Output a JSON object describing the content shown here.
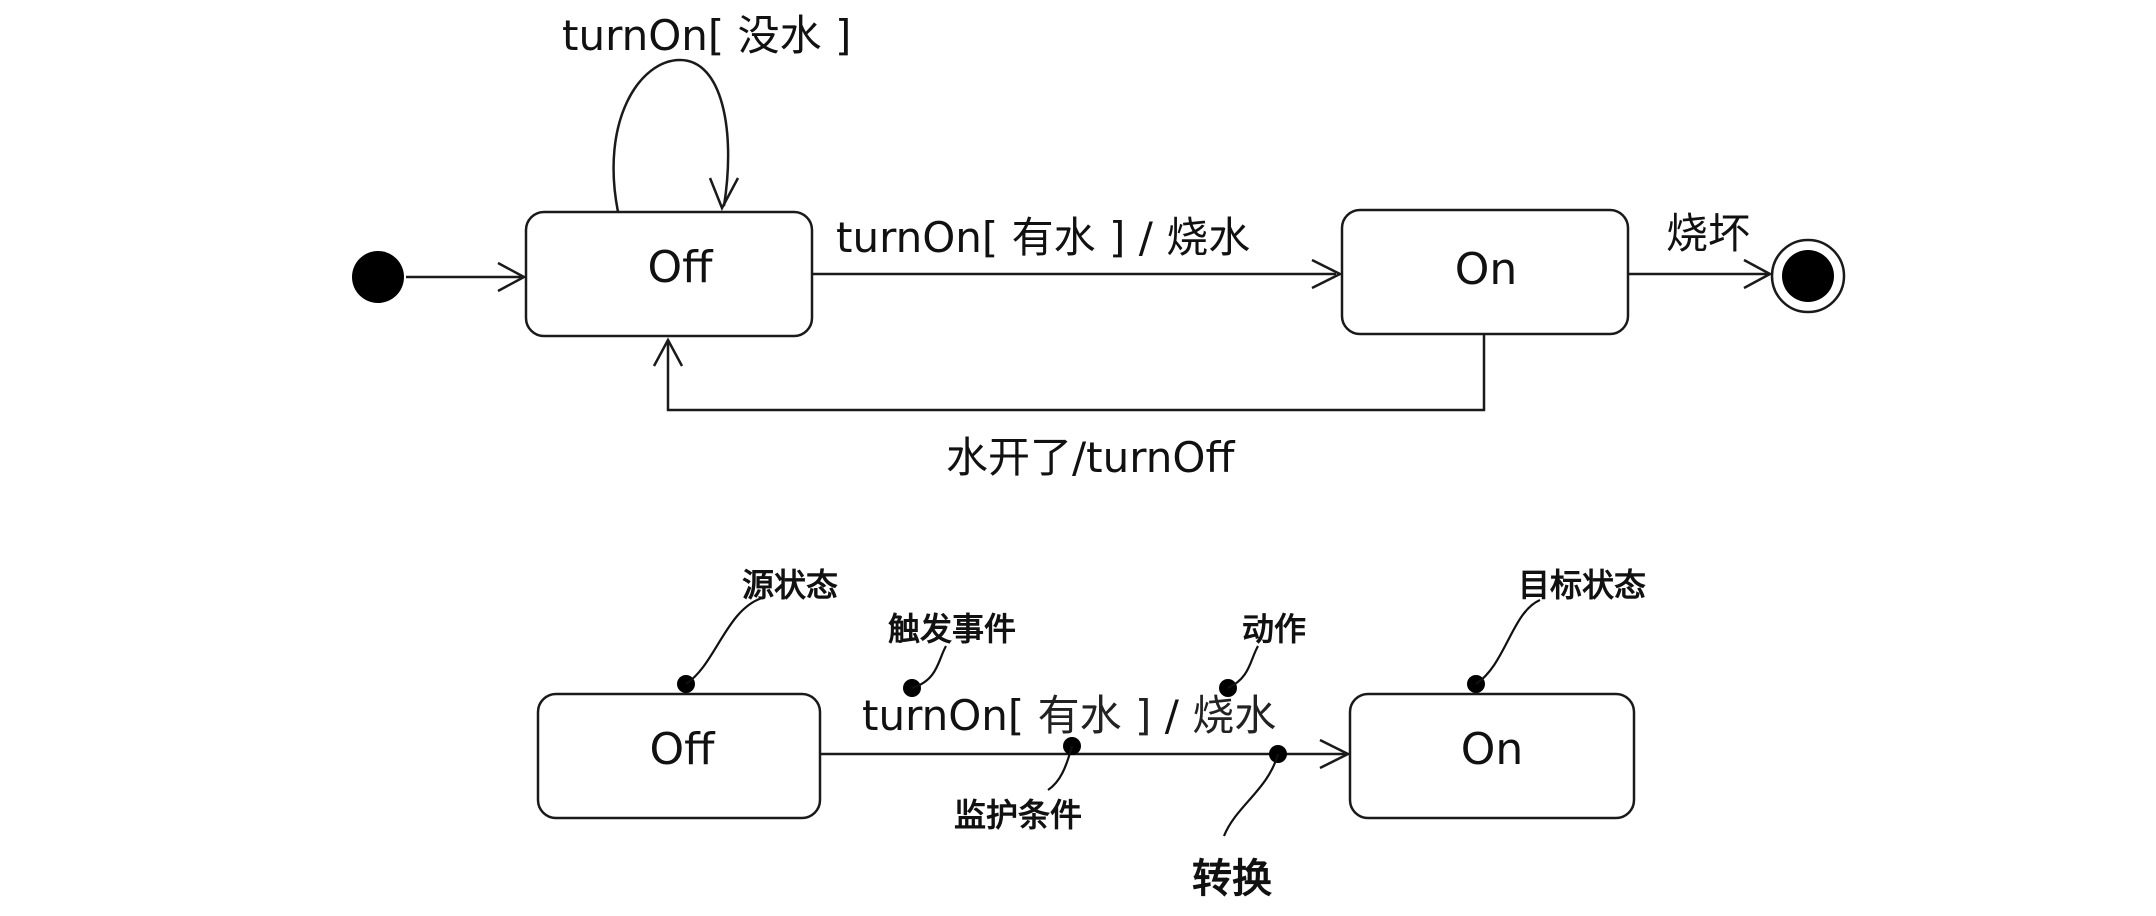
{
  "top_diagram": {
    "states": {
      "off": "Off",
      "on": "On"
    },
    "transitions": {
      "self_loop": "turnOn[ 没水 ]",
      "off_to_on": "turnOn[ 有水 ] / 烧水",
      "on_to_final": "烧坏",
      "on_to_off": "水开了/turnOff"
    }
  },
  "bottom_diagram": {
    "states": {
      "off": "Off",
      "on": "On"
    },
    "transition": {
      "event": "turnOn[",
      "guard": " 有水 ]",
      "separator": " / ",
      "action": "烧水"
    },
    "annotations": {
      "source_state": "源状态",
      "trigger_event": "触发事件",
      "action": "动作",
      "target_state": "目标状态",
      "guard_condition": "监护条件",
      "transition": "转换"
    }
  }
}
